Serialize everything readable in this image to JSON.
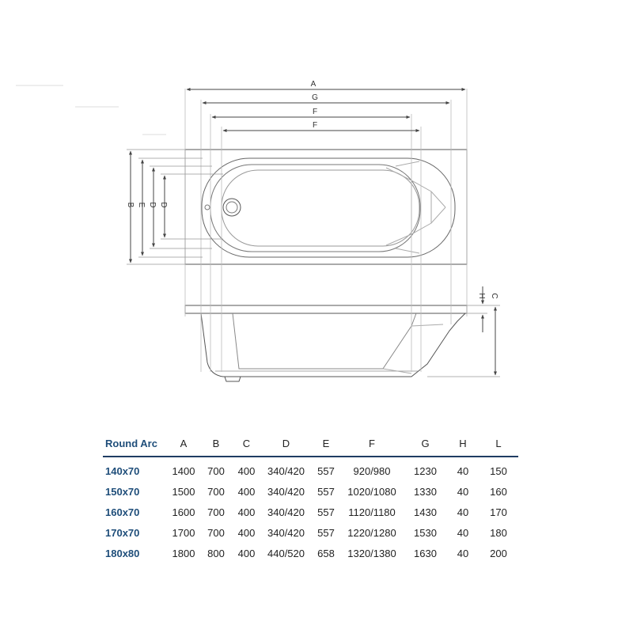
{
  "drawing": {
    "labels": {
      "a": "A",
      "g": "G",
      "f": "F",
      "b": "B",
      "e": "E",
      "d": "D",
      "h": "H",
      "c": "C"
    }
  },
  "table": {
    "title": "Round Arc",
    "columns": [
      "A",
      "B",
      "C",
      "D",
      "E",
      "F",
      "G",
      "H",
      "L"
    ],
    "rows": [
      {
        "model": "140x70",
        "values": [
          "1400",
          "700",
          "400",
          "340/420",
          "557",
          "920/980",
          "1230",
          "40",
          "150"
        ]
      },
      {
        "model": "150x70",
        "values": [
          "1500",
          "700",
          "400",
          "340/420",
          "557",
          "1020/1080",
          "1330",
          "40",
          "160"
        ]
      },
      {
        "model": "160x70",
        "values": [
          "1600",
          "700",
          "400",
          "340/420",
          "557",
          "1120/1180",
          "1430",
          "40",
          "170"
        ]
      },
      {
        "model": "170x70",
        "values": [
          "1700",
          "700",
          "400",
          "340/420",
          "557",
          "1220/1280",
          "1530",
          "40",
          "180"
        ]
      },
      {
        "model": "180x80",
        "values": [
          "1800",
          "800",
          "400",
          "440/520",
          "658",
          "1320/1380",
          "1630",
          "40",
          "200"
        ]
      }
    ]
  },
  "colors": {
    "header_rule": "#1f3d63",
    "model_text": "#1f4e7a",
    "line": "#444444"
  }
}
